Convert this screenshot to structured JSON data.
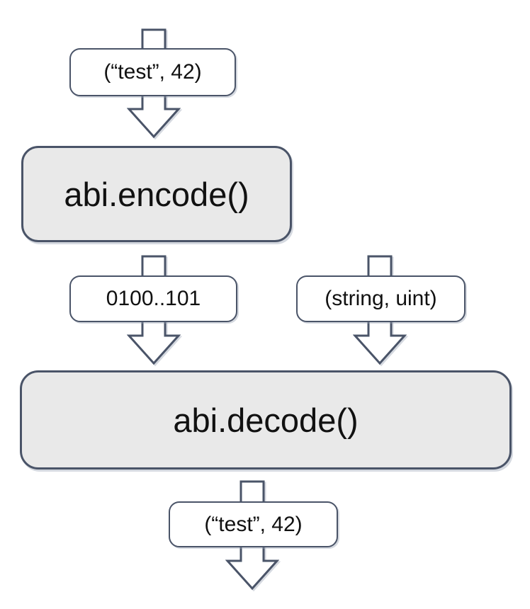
{
  "colors": {
    "background": "#ffffff",
    "border": "#4a5468",
    "box_fill": "#e9e9e9",
    "label_fill": "#ffffff",
    "text": "#111111"
  },
  "nodes": {
    "input_value": "(“test”, 42)",
    "encode": "abi.encode()",
    "encoded_bytes": "0100..101",
    "decode_types": "(string, uint)",
    "decode": "abi.decode()",
    "output_value": "(“test”, 42)"
  }
}
